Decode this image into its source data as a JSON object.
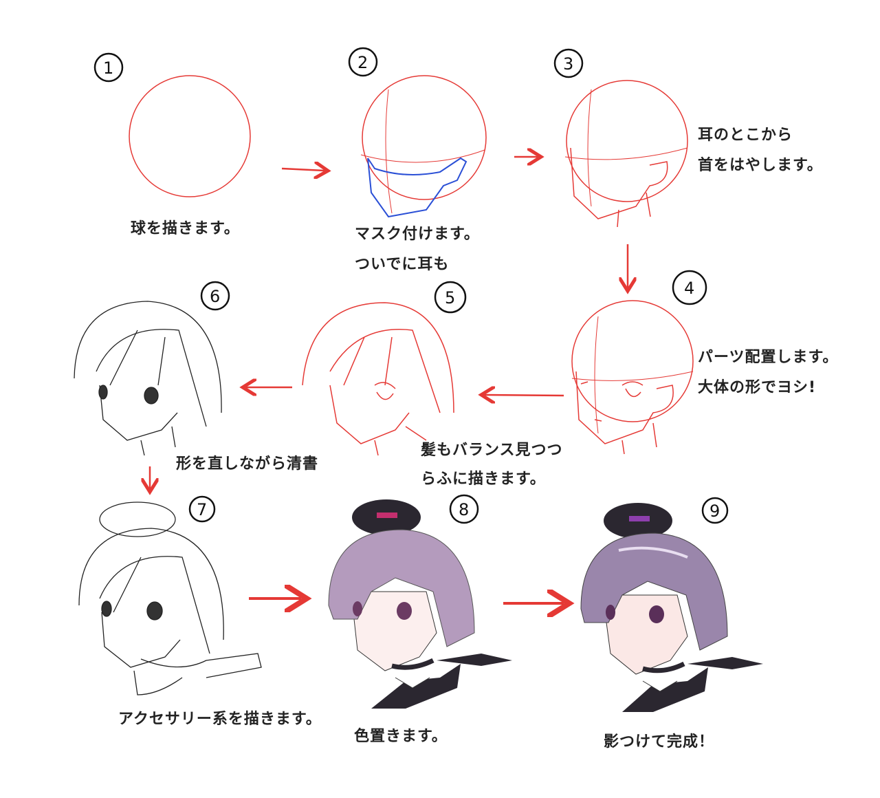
{
  "steps": [
    {
      "number": "1",
      "caption": [
        "球を描きます。"
      ]
    },
    {
      "number": "2",
      "caption": [
        "マスク付けます。",
        "ついでに耳も"
      ]
    },
    {
      "number": "3",
      "caption": [
        "耳のとこから",
        "首をはやします。"
      ]
    },
    {
      "number": "4",
      "caption": [
        "パーツ配置します。",
        "大体の形でヨシ!"
      ]
    },
    {
      "number": "5",
      "caption": [
        "髪もバランス見つつ",
        "らふに描きます。"
      ]
    },
    {
      "number": "6",
      "caption": [
        "形を直しながら清書"
      ]
    },
    {
      "number": "7",
      "caption": [
        "アクセサリー系を描きます。"
      ]
    },
    {
      "number": "8",
      "caption": [
        "色置きます。"
      ]
    },
    {
      "number": "9",
      "caption": [
        "影つけて完成！"
      ]
    }
  ],
  "colors": {
    "guide": "#e53935",
    "mask": "#2a4fd6",
    "hair": "#b49bbd",
    "hair_shaded": "#9a86ab",
    "line": "#222222",
    "hat": "#2b2730"
  }
}
